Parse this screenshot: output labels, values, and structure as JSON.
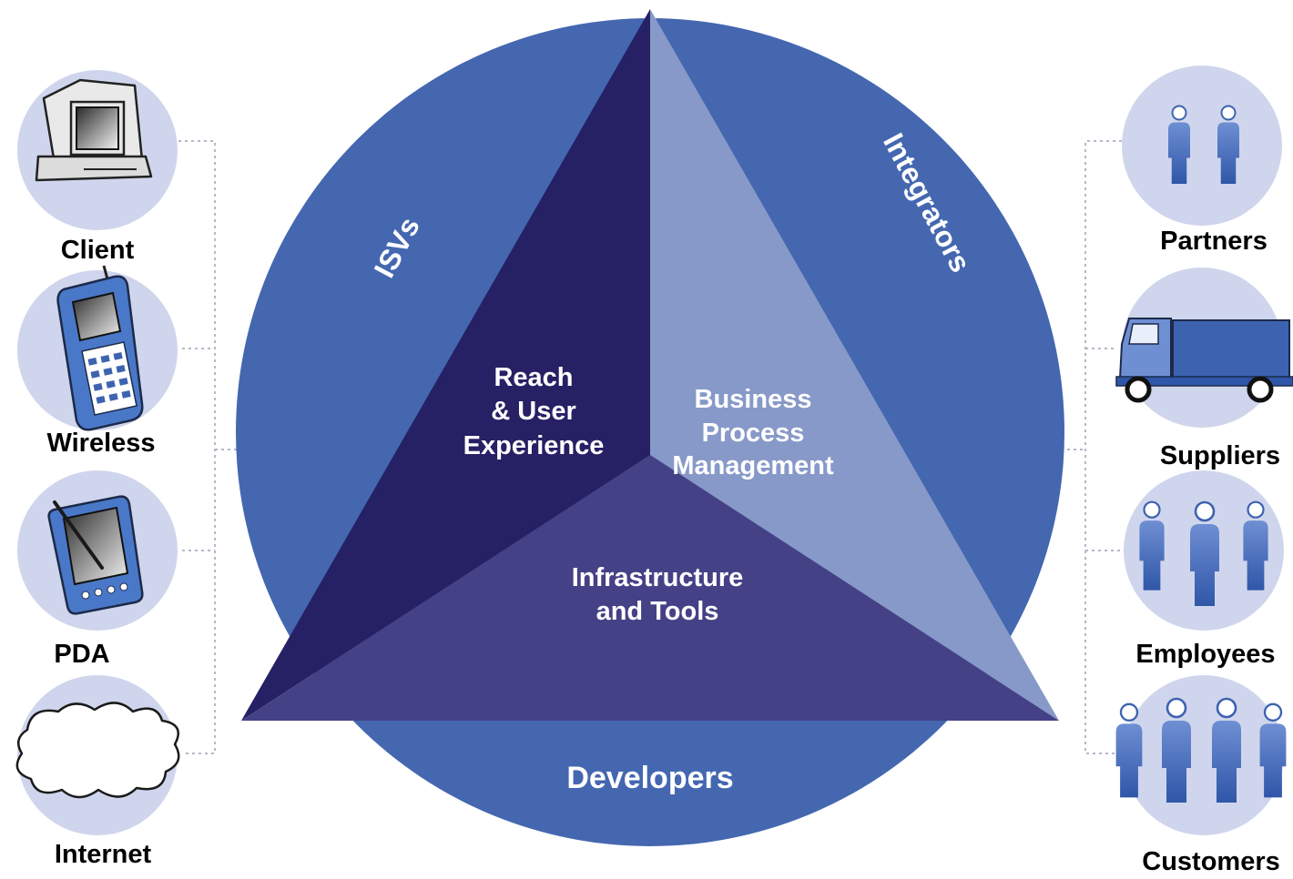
{
  "colors": {
    "circle": "#4467b0",
    "left_triangle": "#262065",
    "right_triangle": "#8799c8",
    "bottom_triangle": "#454186",
    "badge": "#cfd5ec",
    "icon_blue": "#3d63b0",
    "connector": "#b4b8c8"
  },
  "center": {
    "audiences": {
      "isvs": "ISVs",
      "integrators": "Integrators",
      "developers": "Developers"
    },
    "segments": {
      "reach": [
        "Reach",
        "& User",
        "Experience"
      ],
      "business": [
        "Business",
        "Process",
        "Management"
      ],
      "infrastructure": [
        "Infrastructure",
        "and Tools"
      ]
    }
  },
  "left_nodes": [
    {
      "label": "Client",
      "icon": "desktop-computer-icon"
    },
    {
      "label": "Wireless",
      "icon": "mobile-phone-icon"
    },
    {
      "label": "PDA",
      "icon": "pda-icon"
    },
    {
      "label": "Internet",
      "icon": "cloud-icon"
    }
  ],
  "right_nodes": [
    {
      "label": "Partners",
      "icon": "two-people-icon"
    },
    {
      "label": "Suppliers",
      "icon": "truck-icon"
    },
    {
      "label": "Employees",
      "icon": "three-people-icon"
    },
    {
      "label": "Customers",
      "icon": "four-people-icon"
    }
  ]
}
